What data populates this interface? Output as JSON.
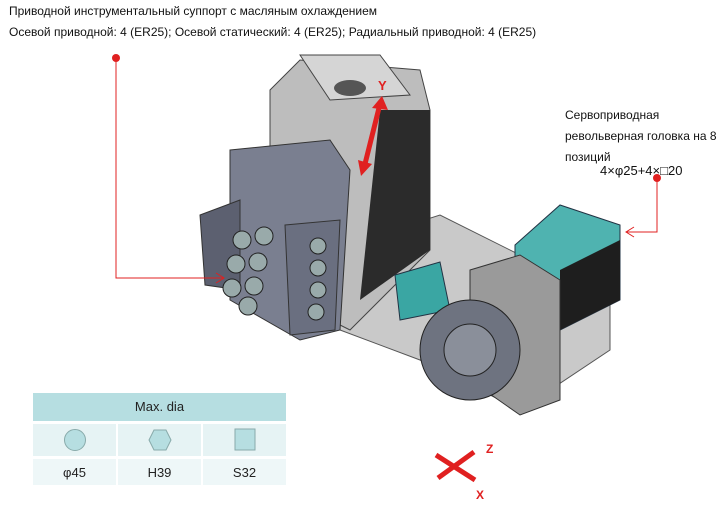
{
  "title": "Приводной инструментальный суппорт с масляным охлаждением",
  "subtitle": "Осевой приводной: 4 (ER25); Осевой статический: 4 (ER25); Радиальный приводной: 4 (ER25)",
  "turret_label": [
    "Сервоприводная",
    "револьверная головка на 8",
    "позиций"
  ],
  "turret_spec": "4×φ25+4×□20",
  "axes": {
    "y": "Y",
    "z": "Z",
    "x": "X"
  },
  "table": {
    "header": "Max. dia",
    "columns": [
      {
        "shape": "circle-icon",
        "value": "φ45"
      },
      {
        "shape": "hexagon-icon",
        "value": "H39"
      },
      {
        "shape": "square-icon",
        "value": "S32"
      }
    ]
  },
  "colors": {
    "leader": "#e02020",
    "accent_teal": "#4fb3b0",
    "table_header": "#b6dee1"
  }
}
